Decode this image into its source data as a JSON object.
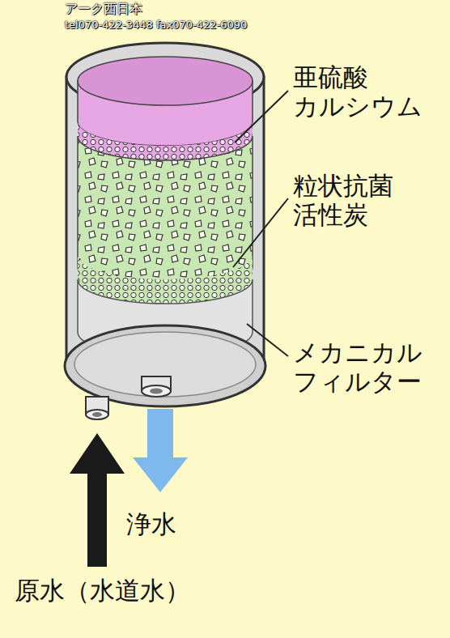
{
  "diagram": {
    "labels": [
      "アーク西日本",
      "tel070-422-3448 fax070-422-6090",
      "亜硫酸 カルシウム",
      "粒状抗菌 活性炭",
      "メカニカル フィルター",
      "浄水",
      "原水（水道水）"
    ]
  }
}
